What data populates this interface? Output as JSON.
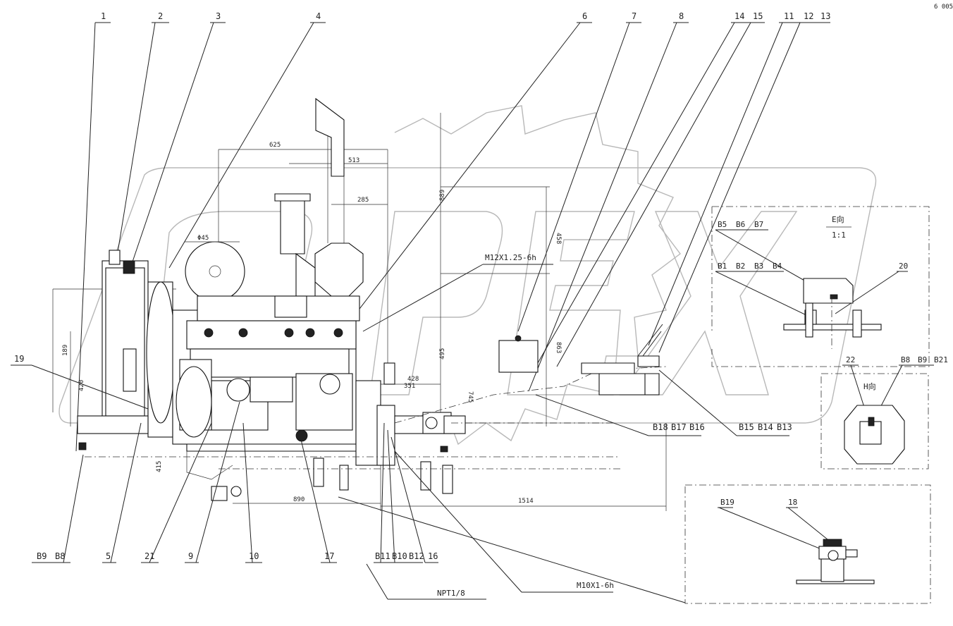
{
  "watermark": {
    "text": "OPEX",
    "color": "#b8b8b8"
  },
  "corner_mark": "6 005",
  "callouts_top": [
    "1",
    "2",
    "3",
    "4",
    "6",
    "7",
    "8",
    "14",
    "15",
    "11",
    "12",
    "13"
  ],
  "callouts_left": [
    "19"
  ],
  "callouts_bottom": [
    "B9",
    "B8",
    "5",
    "21",
    "9",
    "10",
    "17",
    "B11",
    "B10",
    "B12",
    "16"
  ],
  "callouts_mid": [
    "B18",
    "B17",
    "B16",
    "B15",
    "B14",
    "B13"
  ],
  "thread_labels": {
    "m12": "M12X1.25-6h",
    "npt": "NPT1/8",
    "m10": "M10X1-6h"
  },
  "dimensions": {
    "d625": "625",
    "d513": "513",
    "d285": "285",
    "d45": "Φ45",
    "d889": "889",
    "d458": "458",
    "d495": "495",
    "d428": "428",
    "d351": "351",
    "d863": "863",
    "d745": "745",
    "d189": "189",
    "d420": "420",
    "d415": "415",
    "d890": "890",
    "d1514": "1514"
  },
  "view_e": {
    "title": "E向",
    "scale": "1:1",
    "labels": [
      "B5",
      "B6",
      "B7",
      "B1",
      "B2",
      "B3",
      "B4",
      "20"
    ]
  },
  "view_h": {
    "title": "H向",
    "labels": [
      "22",
      "B8",
      "B9",
      "B21"
    ]
  },
  "view_detail": {
    "labels": [
      "B19",
      "18"
    ]
  }
}
